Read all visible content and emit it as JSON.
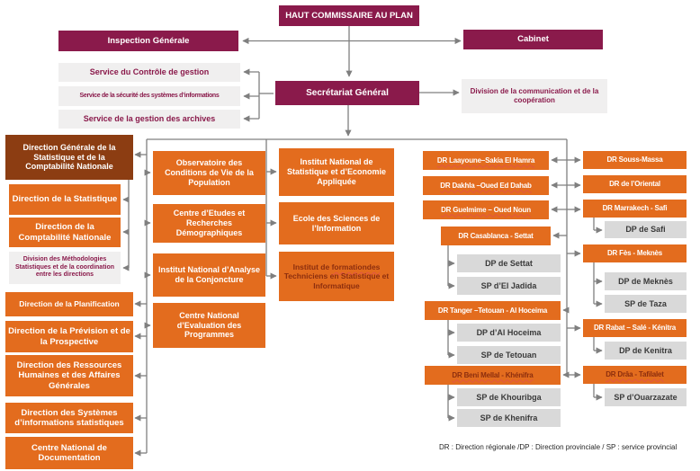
{
  "palette": {
    "maroon": "#8A1A4B",
    "brown": "#8C3D12",
    "orange": "#E36C1E",
    "light_gray_box": "#F0EFEF",
    "mid_gray_box": "#D9D9D9",
    "connector_gray": "#7F7F7F",
    "spellcheck_red": "#E25544",
    "dark_red_text": "#8C2E0E"
  },
  "nodes": {
    "haut_commissaire": "HAUT COMMISSAIRE AU PLAN",
    "inspection_generale": "Inspection Générale",
    "cabinet": "Cabinet",
    "service_controle": "Service du Contrôle de gestion",
    "service_securite": "Service de la sécurité des systèmes d’informations",
    "service_archives": "Service de la gestion des archives",
    "secretariat_general": "Secrétariat Général",
    "division_communication": "Division de la communication et de la coopération",
    "dg_statistique": "Direction Générale de la Statistique et de la Comptabilité Nationale",
    "dir_statistique": "Direction de la Statistique",
    "dir_comptabilite": "Direction de la Comptabilité Nationale",
    "div_methodologies": "Division des Méthodologies Statistiques et de la coordination entre les directions",
    "dir_planification": "Direction de la Planification",
    "dir_prevision": "Direction de la Prévision et de la Prospective",
    "dir_ressources": "Direction des Ressources Humaines et des Affaires Générales",
    "dir_systemes": "Direction des Systèmes d’informations statistiques",
    "centre_documentation": "Centre National de Documentation",
    "observatoire": "Observatoire des Conditions de Vie de la Population",
    "centre_etudes": "Centre d’Etudes et Recherches Démographiques",
    "institut_conjoncture": "Institut National d’Analyse de la Conjoncture",
    "centre_evaluation": "Centre National d’Evaluation des Programmes",
    "insea": "Institut National de Statistique et d’Economie Appliquée",
    "ecole_sciences": "Ecole des Sciences de l’Information",
    "institut_formation": {
      "pre": "Institut de ",
      "misspelled": "formationdes",
      "post": " Techniciens en Statistique et Informatique"
    },
    "dr_laayoune": "DR Laayoune–Sakia El Hamra",
    "dr_dakhla": "DR Dakhla –Oued Ed Dahab",
    "dr_guelmime": "DR Guelmime – Oued Noun",
    "dr_casablanca": "DR Casablanca - Settat",
    "dp_settat": "DP de Settat",
    "sp_el_jadida": "SP d’El Jadida",
    "dr_tanger": "DR Tanger –Tetouan - Al Hoceima",
    "dp_al_hoceima": "DP d’Al Hoceima",
    "sp_tetouan": "SP de Tetouan",
    "dr_beni_mellal": "DR Beni Mellal - Khénifra",
    "sp_khouribga": "SP de Khouribga",
    "sp_khenifra": "SP de Khenifra",
    "dr_souss_massa": "DR Souss-Massa",
    "dr_oriental": "DR de l’Oriental",
    "dr_marrakech": "DR Marrakech - Safi",
    "dp_safi": "DP de Safi",
    "dr_fes": "DR Fès - Meknès",
    "dp_meknes": "DP de Meknès",
    "sp_taza": "SP de Taza",
    "dr_rabat": "DR Rabat – Salé - Kénitra",
    "dp_kenitra": "DP de Kenitra",
    "dr_draa": "DR Drâa - Tafilalet",
    "sp_ouarzazate": "SP d’Ouarzazate"
  },
  "legend": "DR : Direction régionale /DP : Direction provinciale / SP : service provincial"
}
